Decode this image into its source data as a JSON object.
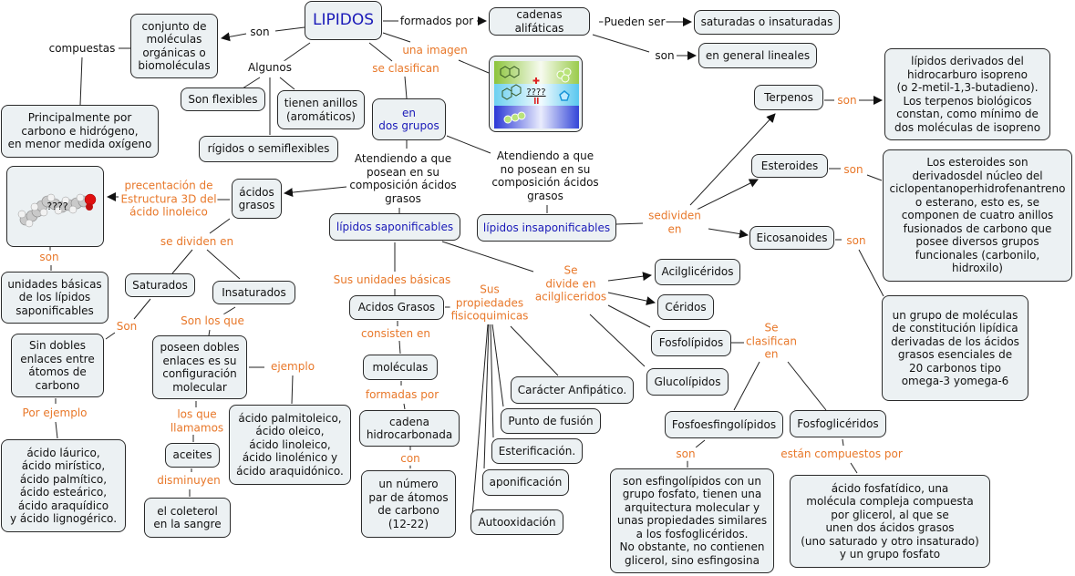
{
  "colors": {
    "node_fill": "#ecf1f3",
    "node_border": "#2a2a2a",
    "link_label_orange": "#e8782a",
    "concept_blue": "#1a1ab8",
    "line": "#222222"
  },
  "nodes": {
    "lipidos": "LIPIDOS",
    "conjunto": "conjunto de\nmoléculas\norgánicas o\nbiomoléculas",
    "principalmente": "Principalmente por\ncarbono e hidrógeno,\nen menor medida oxígeno",
    "flexibles": "Son flexibles",
    "anillos": "tienen anillos\n(aromáticos)",
    "rigidos": "rígidos o semiflexibles",
    "cadenas": "cadenas alifáticas",
    "saturadas_ins": "saturadas o insaturadas",
    "lineales": "en general lineales",
    "dos_grupos": "en\ndos grupos",
    "terpenos": "Terpenos",
    "terpenos_def": "lípidos derivados del\nhidrocarburo isopreno\n(o 2-metil-1,3-butadieno).\nLos terpenos biológicos\nconstan, como mínimo de\ndos moléculas de isopreno",
    "esteroides": "Esteroides",
    "esteroides_def": "Los esteroides son\nderivadosdel núcleo del\nciclopentanoperhidrofenantreno\no esterano, esto es, se\ncomponen de cuatro anillos\nfusionados de carbono que\nposee diversos grupos\nfuncionales (carbonilo,\nhidroxilo)",
    "eicosanoides": "Eicosanoides",
    "eicosanoides_def": "un grupo de moléculas\nde constitución lipídica\nderivadas de los ácidos\ngrasos esenciales de\n20 carbonos tipo\nomega-3 yomega-6",
    "acidos_grasos": "ácidos\ngrasos",
    "unidades": "unidades básicas\nde los lípidos\nsaponificables",
    "saturados": "Saturados",
    "insaturados": "Insaturados",
    "sin_dobles": "Sin dobles\nenlaces entre\nátomos de\ncarbono",
    "ej_saturados": "ácido láurico,\nácido mirístico,\nácido palmítico,\nácido esteárico,\nácido araquídico\ny ácido lignogérico.",
    "poseen_dobles": "poseen dobles\nenlaces es su\nconfiguración\nmolecular",
    "ej_insaturados": "ácido palmitoleico,\nácido oleico,\nácido linoleico,\nácido linolénico y\nácido araquidónico.",
    "aceites": "aceites",
    "coleterol": "el coleterol\nen la sangre",
    "saponificables": "lípidos saponificables",
    "insaponificables": "lípidos insaponificables",
    "acidos_grasos2": "Acidos Grasos",
    "moleculas": "moléculas",
    "cadena_hidro": "cadena\nhidrocarbonada",
    "numero_par": "un número\npar de átomos\nde carbono\n(12-22)",
    "anfipatico": "Carácter Anfipático.",
    "fusion": "Punto de fusión",
    "esterificacion": "Esterificación.",
    "aponificacion": "aponificación",
    "autooxidacion": "Autooxidación",
    "acilgliceridos": "Acilglicéridos",
    "ceridos": "Céridos",
    "fosfolipidos": "Fosfolípidos",
    "glucolipidos": "Glucolípidos",
    "fosfoesfingo": "Fosfoesfingolípidos",
    "fosfoglic": "Fosfoglicéridos",
    "fosfoesfingo_def": "son esfingolípidos con un\ngrupo fosfato, tienen una\narquitectura molecular y\nunas propiedades similares\na los fosfoglicéridos.\nNo obstante, no contienen\nglicerol, sino esfingosina",
    "fosfoglic_def": "ácido fosfatídico, una\nmolécula compleja compuesta\npor glicerol, al que se\nunen dos ácidos grasos\n(uno saturado y otro insaturado)\ny un grupo fosfato"
  },
  "images": {
    "structure_image": {
      "caption": "????",
      "description": "molecular-structures-image"
    },
    "linoleic_3d_image": {
      "caption": "????",
      "description": "linoleic-acid-3d-model"
    }
  },
  "links": {
    "son_1": "son",
    "compuestas": "compuestas",
    "algunos": "Algunos",
    "formados_por": "formados por",
    "pueden_ser": "Pueden ser",
    "son_lineales": "son",
    "una_imagen": "una imagen",
    "se_clasifican": "se clasifican",
    "atend_posean": "Atendiendo a que\nposean en su\ncomposición ácidos\ngrasos",
    "atend_no_posean": "Atendiendo a que\nno posean en su\ncomposición ácidos\ngrasos",
    "sedividen": "sedividen\nen",
    "son_terpenos": "son",
    "son_esteroides": "son",
    "son_eicosanoides": "son",
    "precentacion": "precentación de\nEstructura 3D del\nácido linoleico",
    "son_unidades": "son",
    "se_dividen": "se dividen en",
    "son_sat": "Son",
    "son_los_que": "Son los que",
    "por_ejemplo": "Por ejemplo",
    "ejemplo": "ejemplo",
    "los_que_llamamos": "los que\nllamamos",
    "disminuyen": "disminuyen",
    "sus_unidades": "Sus unidades básicas",
    "sus_propiedades": "Sus\npropiedades\nfisicoquimicas",
    "se_divide_acil": "Se\ndivide en\nacilgliceridos",
    "consisten_en": "consisten en",
    "formadas_por": "formadas por",
    "con": "con",
    "se_clasifican_en": "Se\nclasifican\nen",
    "son_fosfoesfingo": "son",
    "estan_compuestos": "están compuestos por"
  }
}
